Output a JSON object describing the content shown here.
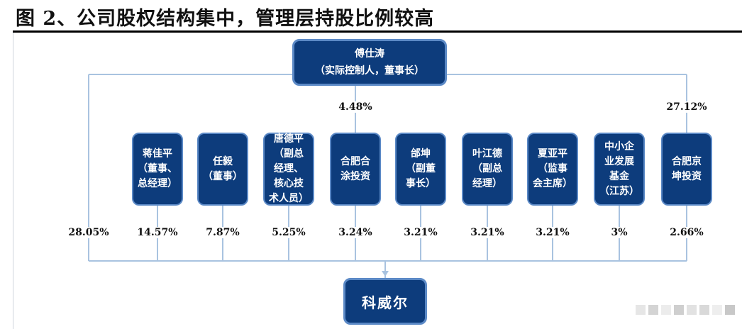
{
  "title": "图 2、公司股权结构集中，管理层持股比例较高",
  "top": {
    "label": "傅仕涛\n（实际控制人，董事长）"
  },
  "company": {
    "label": "科威尔"
  },
  "top_pct_left": "4.48%",
  "top_pct_right": "27.12%",
  "direct_pct": "28.05%",
  "holders": [
    {
      "label": "蒋佳平\n（董事、\n总经理）",
      "pct": "14.57%"
    },
    {
      "label": "任毅\n（董事）",
      "pct": "7.87%"
    },
    {
      "label": "唐德平\n（副总\n经理、\n核心技\n术人员）",
      "pct": "5.25%"
    },
    {
      "label": "合肥合\n涂投资",
      "pct": "3.24%"
    },
    {
      "label": "邰坤\n（副董\n事长）",
      "pct": "3.21%"
    },
    {
      "label": "叶江德\n（副总\n经理）",
      "pct": "3.21%"
    },
    {
      "label": "夏亚平\n（监事\n会主席）",
      "pct": "3.21%"
    },
    {
      "label": "中小企\n业发展\n基金\n（江苏）",
      "pct": "3%"
    },
    {
      "label": "合肥京\n坤投资",
      "pct": "2.66%"
    }
  ],
  "colors": {
    "box_fill": "#0d3c7c",
    "box_border": "#5b89c6",
    "connector": "#a9c3e0"
  }
}
